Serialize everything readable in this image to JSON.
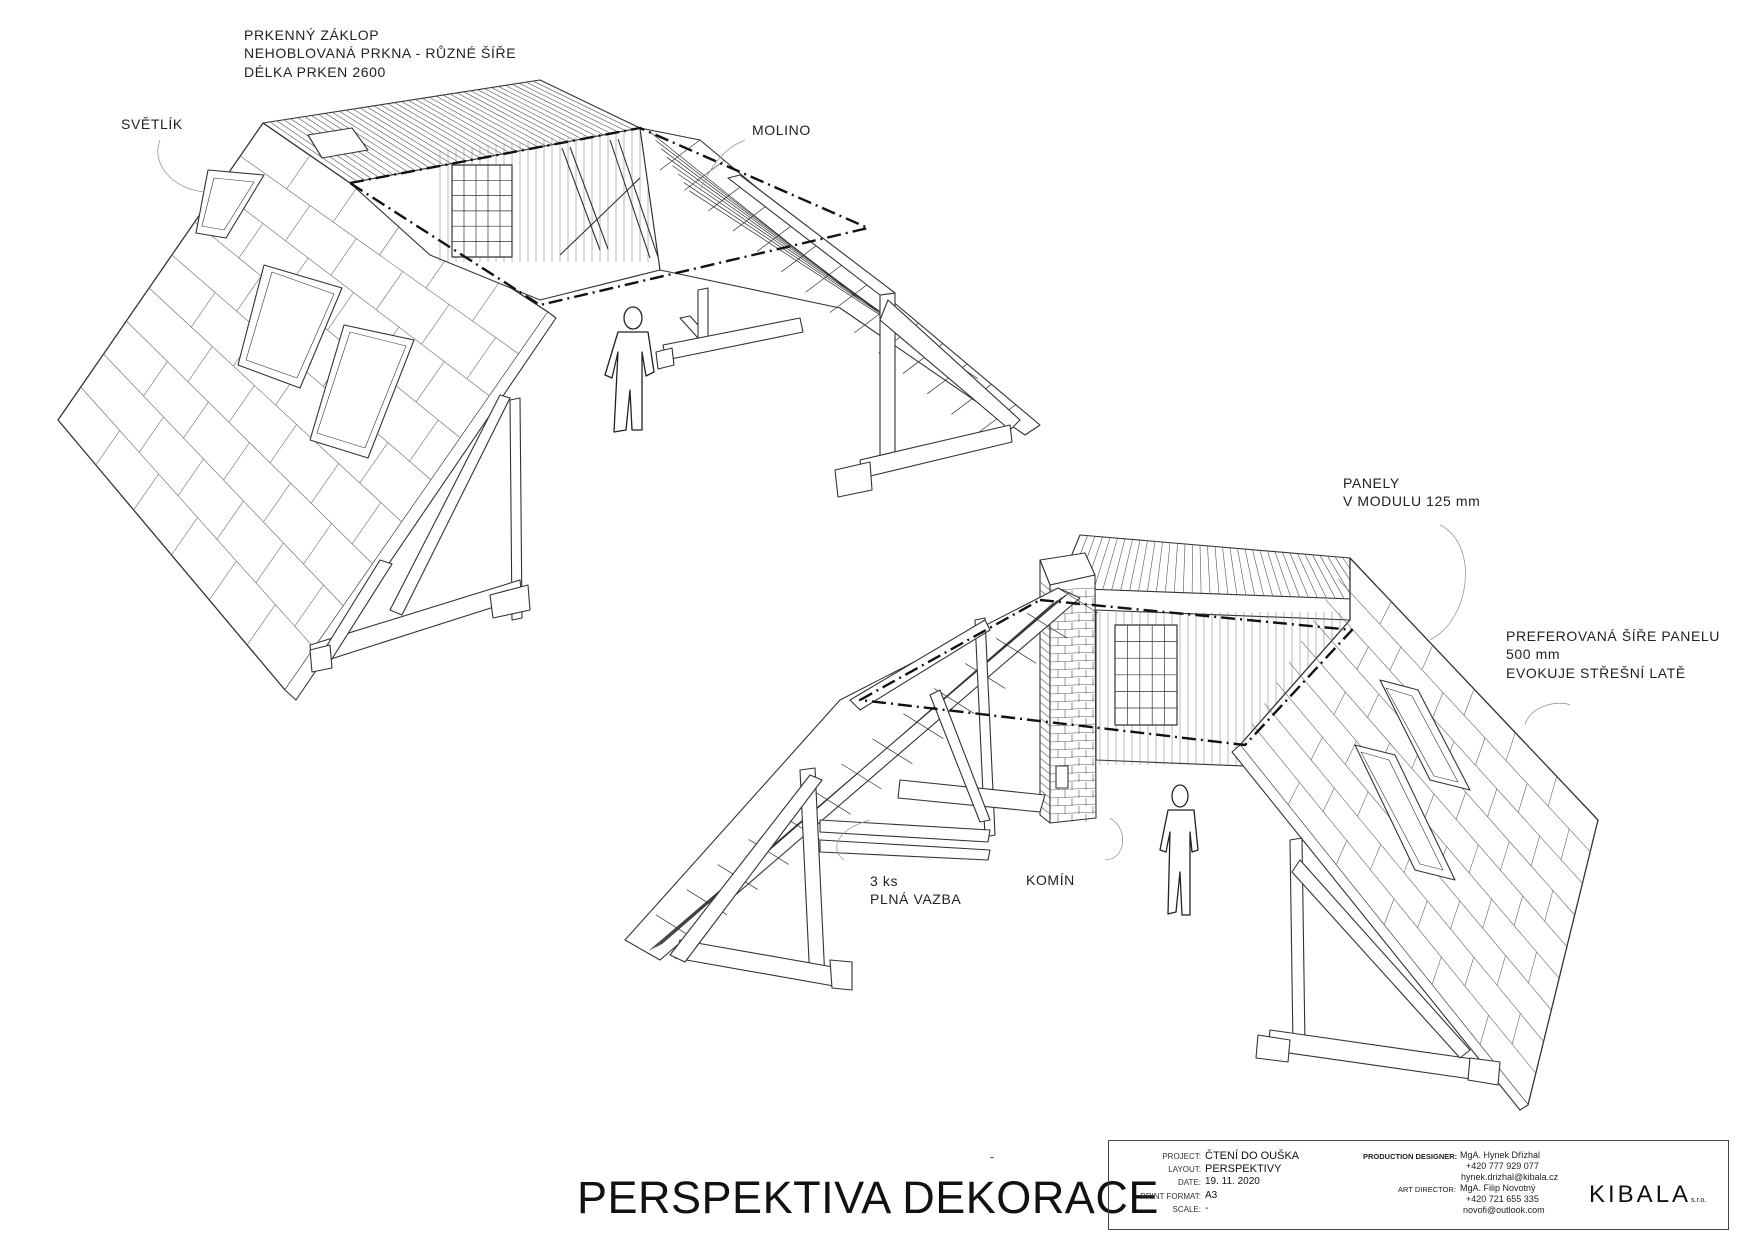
{
  "labels": {
    "prkenny_1": "PRKENNÝ ZÁKLOP",
    "prkenny_2": "NEHOBLOVANÁ PRKNA - RŮZNÉ ŠÍŘE",
    "prkenny_3": "DÉLKA PRKEN 2600",
    "svetlik": "SVĚTLÍK",
    "molino": "MOLINO",
    "panely_1": "PANELY",
    "panely_2": "V MODULU 125 mm",
    "pref_1": "PREFEROVANÁ ŠÍŘE PANELU",
    "pref_2": "500 mm",
    "pref_3": "EVOKUJE STŘEŠNÍ LATĚ",
    "vazba_1": "3 ks",
    "vazba_2": "PLNÁ VAZBA",
    "komin": "KOMÍN"
  },
  "title": "PERSPEKTIVA DEKORACE",
  "title_block": {
    "project_key": "PROJECT:",
    "project": "ČTENÍ DO OUŠKA",
    "layout_key": "LAYOUT:",
    "layout": "PERSPEKTIVY",
    "date_key": "DATE:",
    "date": "19. 11. 2020",
    "format_key": "PRINT FORMAT:",
    "format": "A3",
    "scale_key": "SCALE:",
    "scale": "-",
    "pd_key": "PRODUCTION DESIGNER:",
    "pd_name": "MgA. Hynek Dřízhal",
    "pd_phone": "+420 777 929 077",
    "pd_mail": "hynek.drizhal@kibala.cz",
    "ad_key": "ART DIRECTOR:",
    "ad_name": "MgA. Filip Novotný",
    "ad_phone": "+420 721 655 335",
    "ad_mail": "novofi@outlook.com",
    "logo": "KIBALA",
    "logo_suffix": "s.r.o."
  }
}
